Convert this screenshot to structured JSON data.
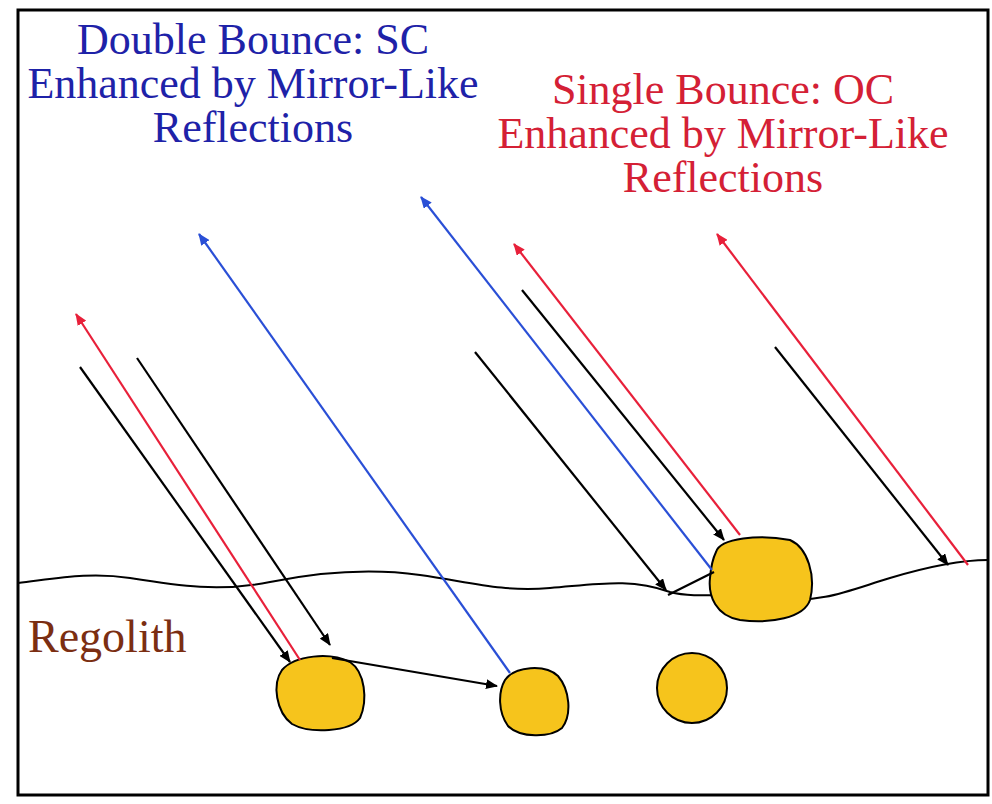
{
  "diagram": {
    "labels": [
      "Double Bounce: SC Enhanced by Mirror-Like Reflections",
      "Single Bounce: OC Enhanced by Mirror-Like Reflections",
      "Regolith"
    ]
  }
}
